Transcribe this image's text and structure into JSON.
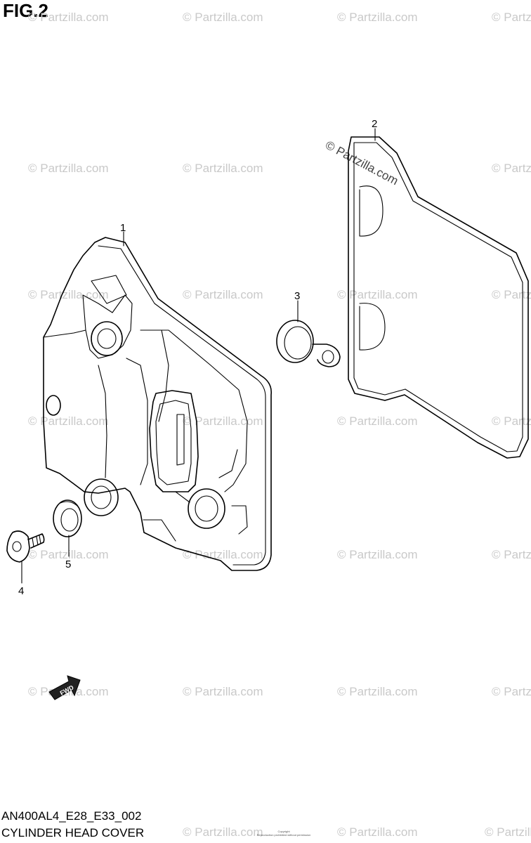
{
  "figure": {
    "title": "FIG.2",
    "code": "AN400AL4_E28_E33_002",
    "name": "CYLINDER HEAD COVER",
    "copyright_line1": "Copyright",
    "copyright_line2": "Reproduction prohibited without permission"
  },
  "callouts": [
    {
      "number": "1",
      "part": "cylinder head cover"
    },
    {
      "number": "2",
      "part": "cover gasket"
    },
    {
      "number": "3",
      "part": "plug seal"
    },
    {
      "number": "4",
      "part": "bolt"
    },
    {
      "number": "5",
      "part": "washer"
    }
  ],
  "direction_marker": "FWD",
  "watermark": {
    "text": "© Partzilla.com",
    "color": "#c9c9c9"
  }
}
